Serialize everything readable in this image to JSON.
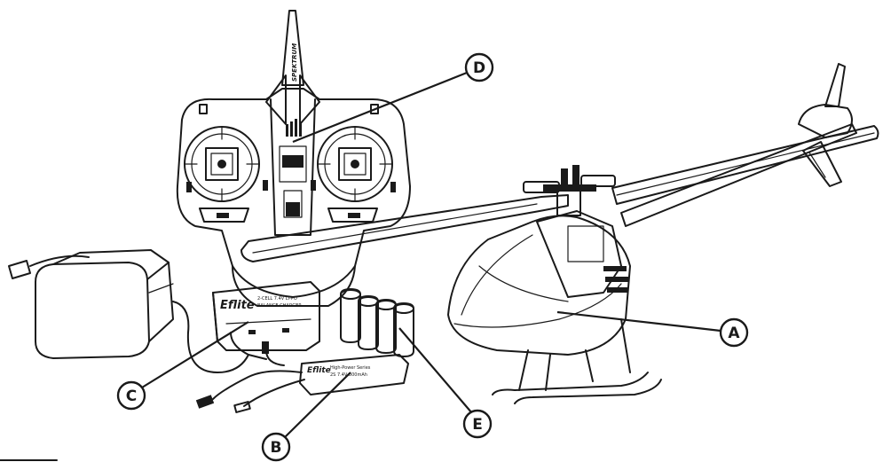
{
  "callouts": {
    "a": "A",
    "b": "B",
    "c": "C",
    "d": "D",
    "e": "E"
  },
  "transmitter": {
    "brand_text": "SPEKTRUM"
  },
  "charger": {
    "logo_text": "Eflite",
    "title_line1": "2-CELL 7.4V LI-PO",
    "title_line2": "BALANCE CHARGER"
  },
  "battery": {
    "logo_text": "Eflite",
    "label_line1": "High-Power Series",
    "label_line2": "2S 7.4V 800mAh"
  },
  "colors": {
    "ink": "#1a1a1a",
    "background": "#ffffff"
  }
}
